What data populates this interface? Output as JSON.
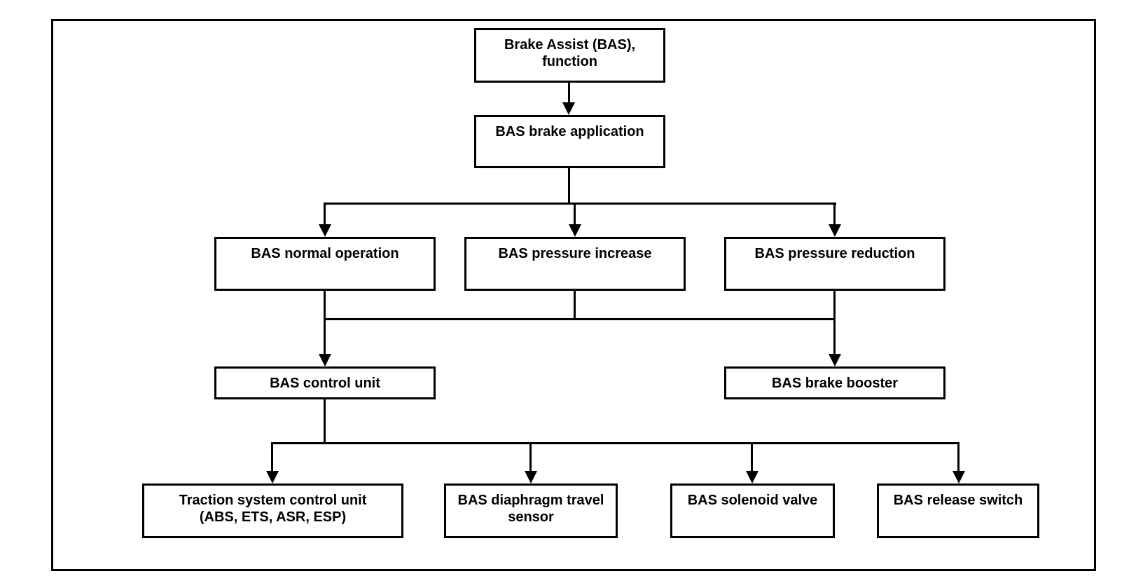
{
  "flowchart": {
    "title": "Brake Assist (BAS), function",
    "nodes": {
      "bas_function": "Brake Assist (BAS),\nfunction",
      "brake_application": "BAS brake application",
      "normal_operation": "BAS normal operation",
      "pressure_increase": "BAS pressure increase",
      "pressure_reduction": "BAS pressure reduction",
      "control_unit": "BAS control unit",
      "brake_booster": "BAS brake booster",
      "traction_control_unit": "Traction system control unit\n(ABS, ETS, ASR, ESP)",
      "diaphragm_sensor": "BAS diaphragm travel\nsensor",
      "solenoid_valve": "BAS solenoid valve",
      "release_switch": "BAS release switch"
    },
    "edges": [
      {
        "from": [
          "bas_function"
        ],
        "to": [
          "brake_application"
        ]
      },
      {
        "from": [
          "brake_application"
        ],
        "to": [
          "normal_operation",
          "pressure_increase",
          "pressure_reduction"
        ]
      },
      {
        "from": [
          "normal_operation",
          "pressure_increase",
          "pressure_reduction"
        ],
        "to": [
          "control_unit",
          "brake_booster"
        ]
      },
      {
        "from": [
          "control_unit"
        ],
        "to": [
          "traction_control_unit",
          "diaphragm_sensor",
          "solenoid_valve",
          "release_switch"
        ]
      }
    ]
  },
  "colors": {
    "line": "#000000",
    "box_fill": "#ffffff",
    "background": "#ffffff",
    "text": "#000000"
  }
}
